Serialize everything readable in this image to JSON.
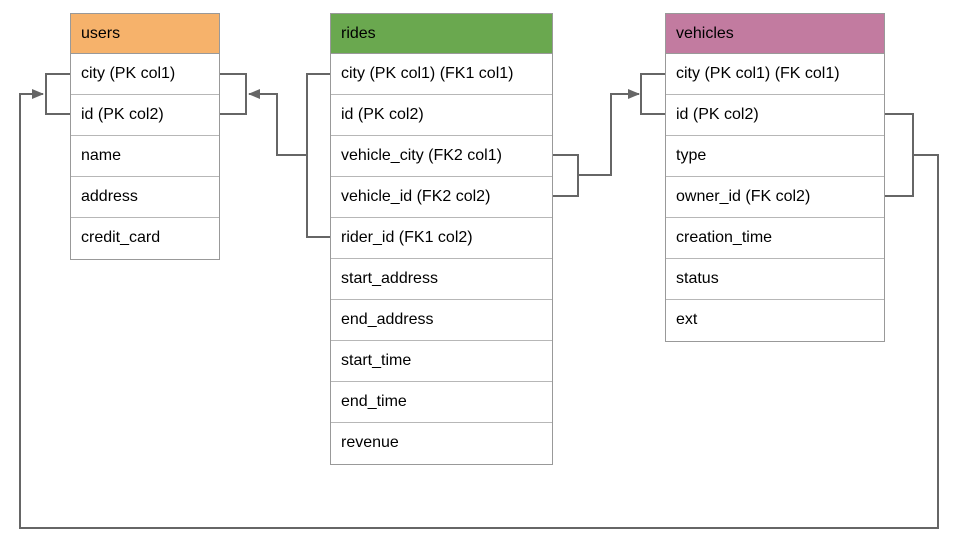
{
  "tables": [
    {
      "name": "users",
      "header_color": "#F6B26B",
      "columns": [
        "city (PK col1)",
        "id (PK col2)",
        "name",
        "address",
        "credit_card"
      ]
    },
    {
      "name": "rides",
      "header_color": "#6AA84F",
      "columns": [
        "city (PK col1) (FK1 col1)",
        "id (PK col2)",
        "vehicle_city (FK2 col1)",
        "vehicle_id (FK2 col2)",
        "rider_id (FK1 col2)",
        "start_address",
        "end_address",
        "start_time",
        "end_time",
        "revenue"
      ]
    },
    {
      "name": "vehicles",
      "header_color": "#C27BA0",
      "columns": [
        "city (PK col1) (FK col1)",
        "id (PK col2)",
        "type",
        "owner_id (FK col2)",
        "creation_time",
        "status",
        "ext"
      ]
    }
  ],
  "connectors": [
    {
      "name": "rides-to-users",
      "from": "rides (city, rider_id)",
      "to": "users (city, id)",
      "key": "FK1"
    },
    {
      "name": "rides-to-vehicles",
      "from": "rides (vehicle_city, vehicle_id)",
      "to": "vehicles (city, id)",
      "key": "FK2"
    },
    {
      "name": "vehicles-to-users",
      "from": "vehicles (id, owner_id)",
      "to": "users (city, id)",
      "key": "FK"
    }
  ],
  "colors": {
    "connector": "#666666",
    "table_border": "#999999",
    "row_divider": "#B7B7B7",
    "background": "#FFFFFF",
    "text": "#000000"
  }
}
